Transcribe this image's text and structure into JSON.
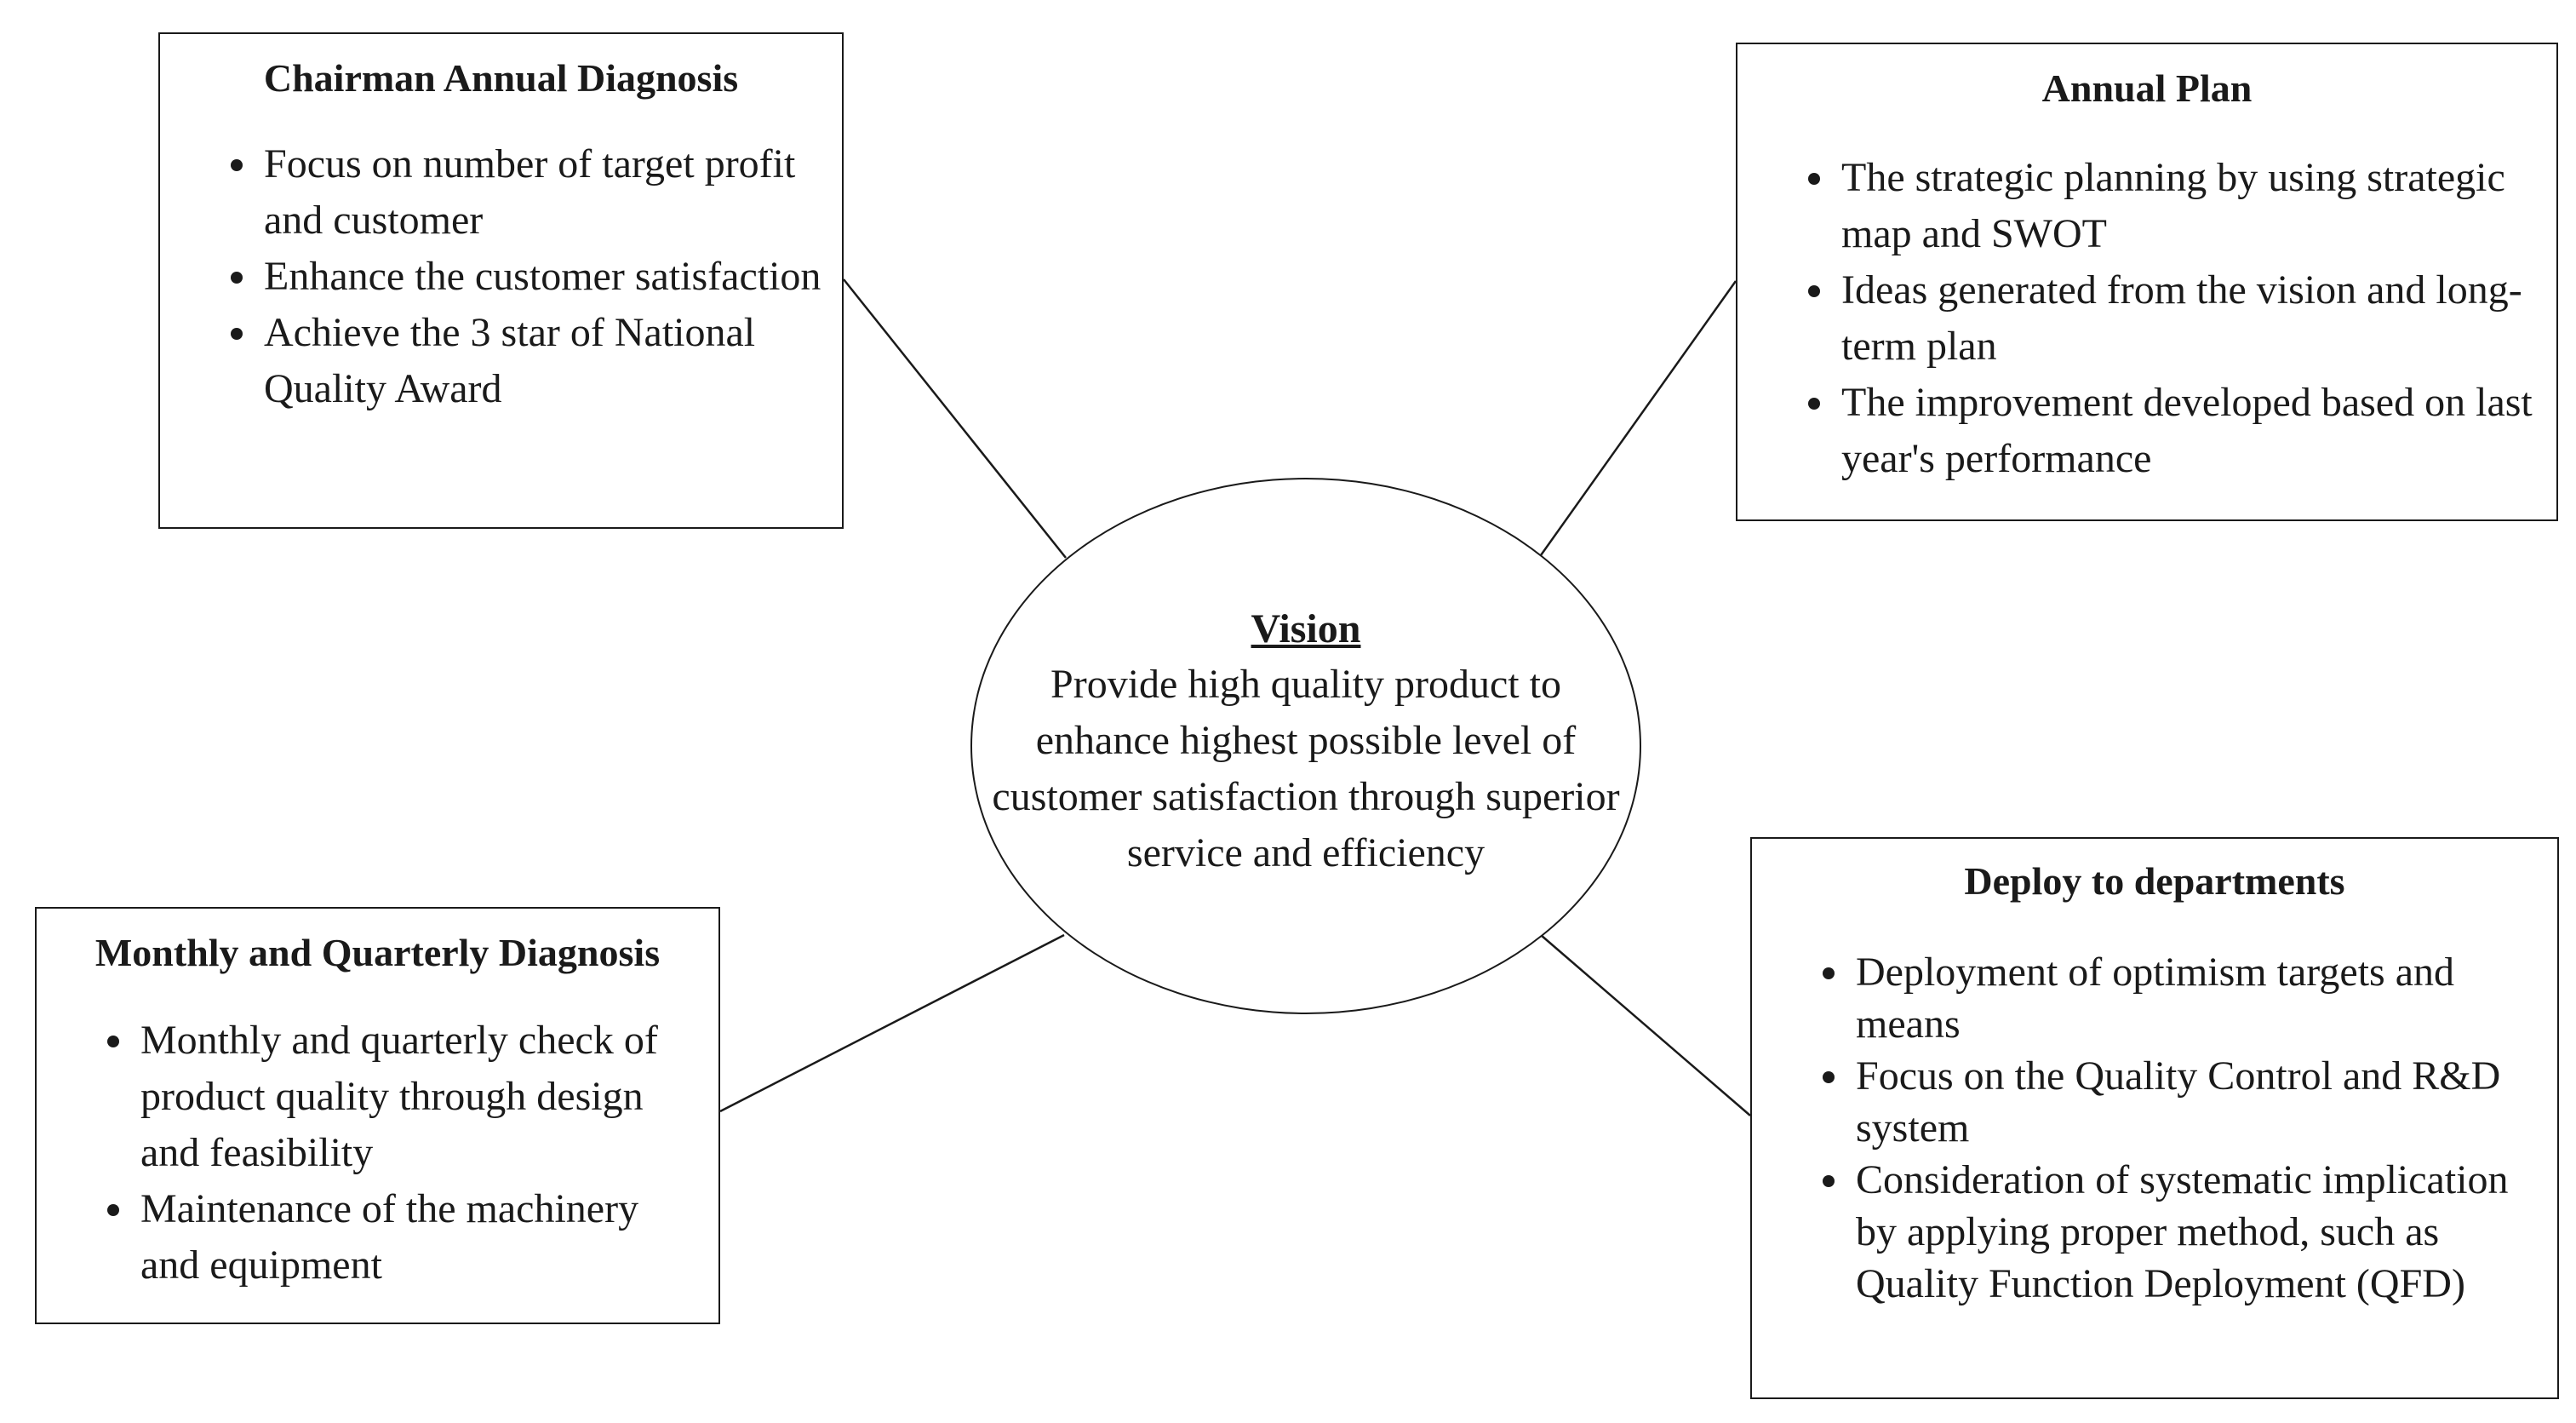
{
  "vision": {
    "title": "Vision",
    "text": "Provide high quality product to enhance highest possible level of customer satisfaction through superior service and efficiency"
  },
  "chairman": {
    "title": "Chairman Annual Diagnosis",
    "items": [
      "Focus on number of target profit and customer",
      "Enhance the customer satisfaction",
      "Achieve the 3 star of National Quality Award"
    ]
  },
  "annual_plan": {
    "title": "Annual Plan",
    "items": [
      "The strategic planning by using strategic map and SWOT",
      "Ideas generated from the vision and long-term plan",
      "The improvement developed based on last year's performance"
    ]
  },
  "monthly": {
    "title": "Monthly and Quarterly Diagnosis",
    "items": [
      "Monthly and quarterly check of product quality through design and feasibility",
      "Maintenance of the machinery and equipment"
    ]
  },
  "deploy": {
    "title": "Deploy to departments",
    "items": [
      "Deployment of optimism targets and means",
      "Focus on the Quality Control and R&D system",
      "Consideration of systematic implication by applying proper method, such as Quality Function Deployment (QFD)"
    ]
  },
  "colors": {
    "line": "#1a1a1a",
    "background": "#ffffff"
  }
}
